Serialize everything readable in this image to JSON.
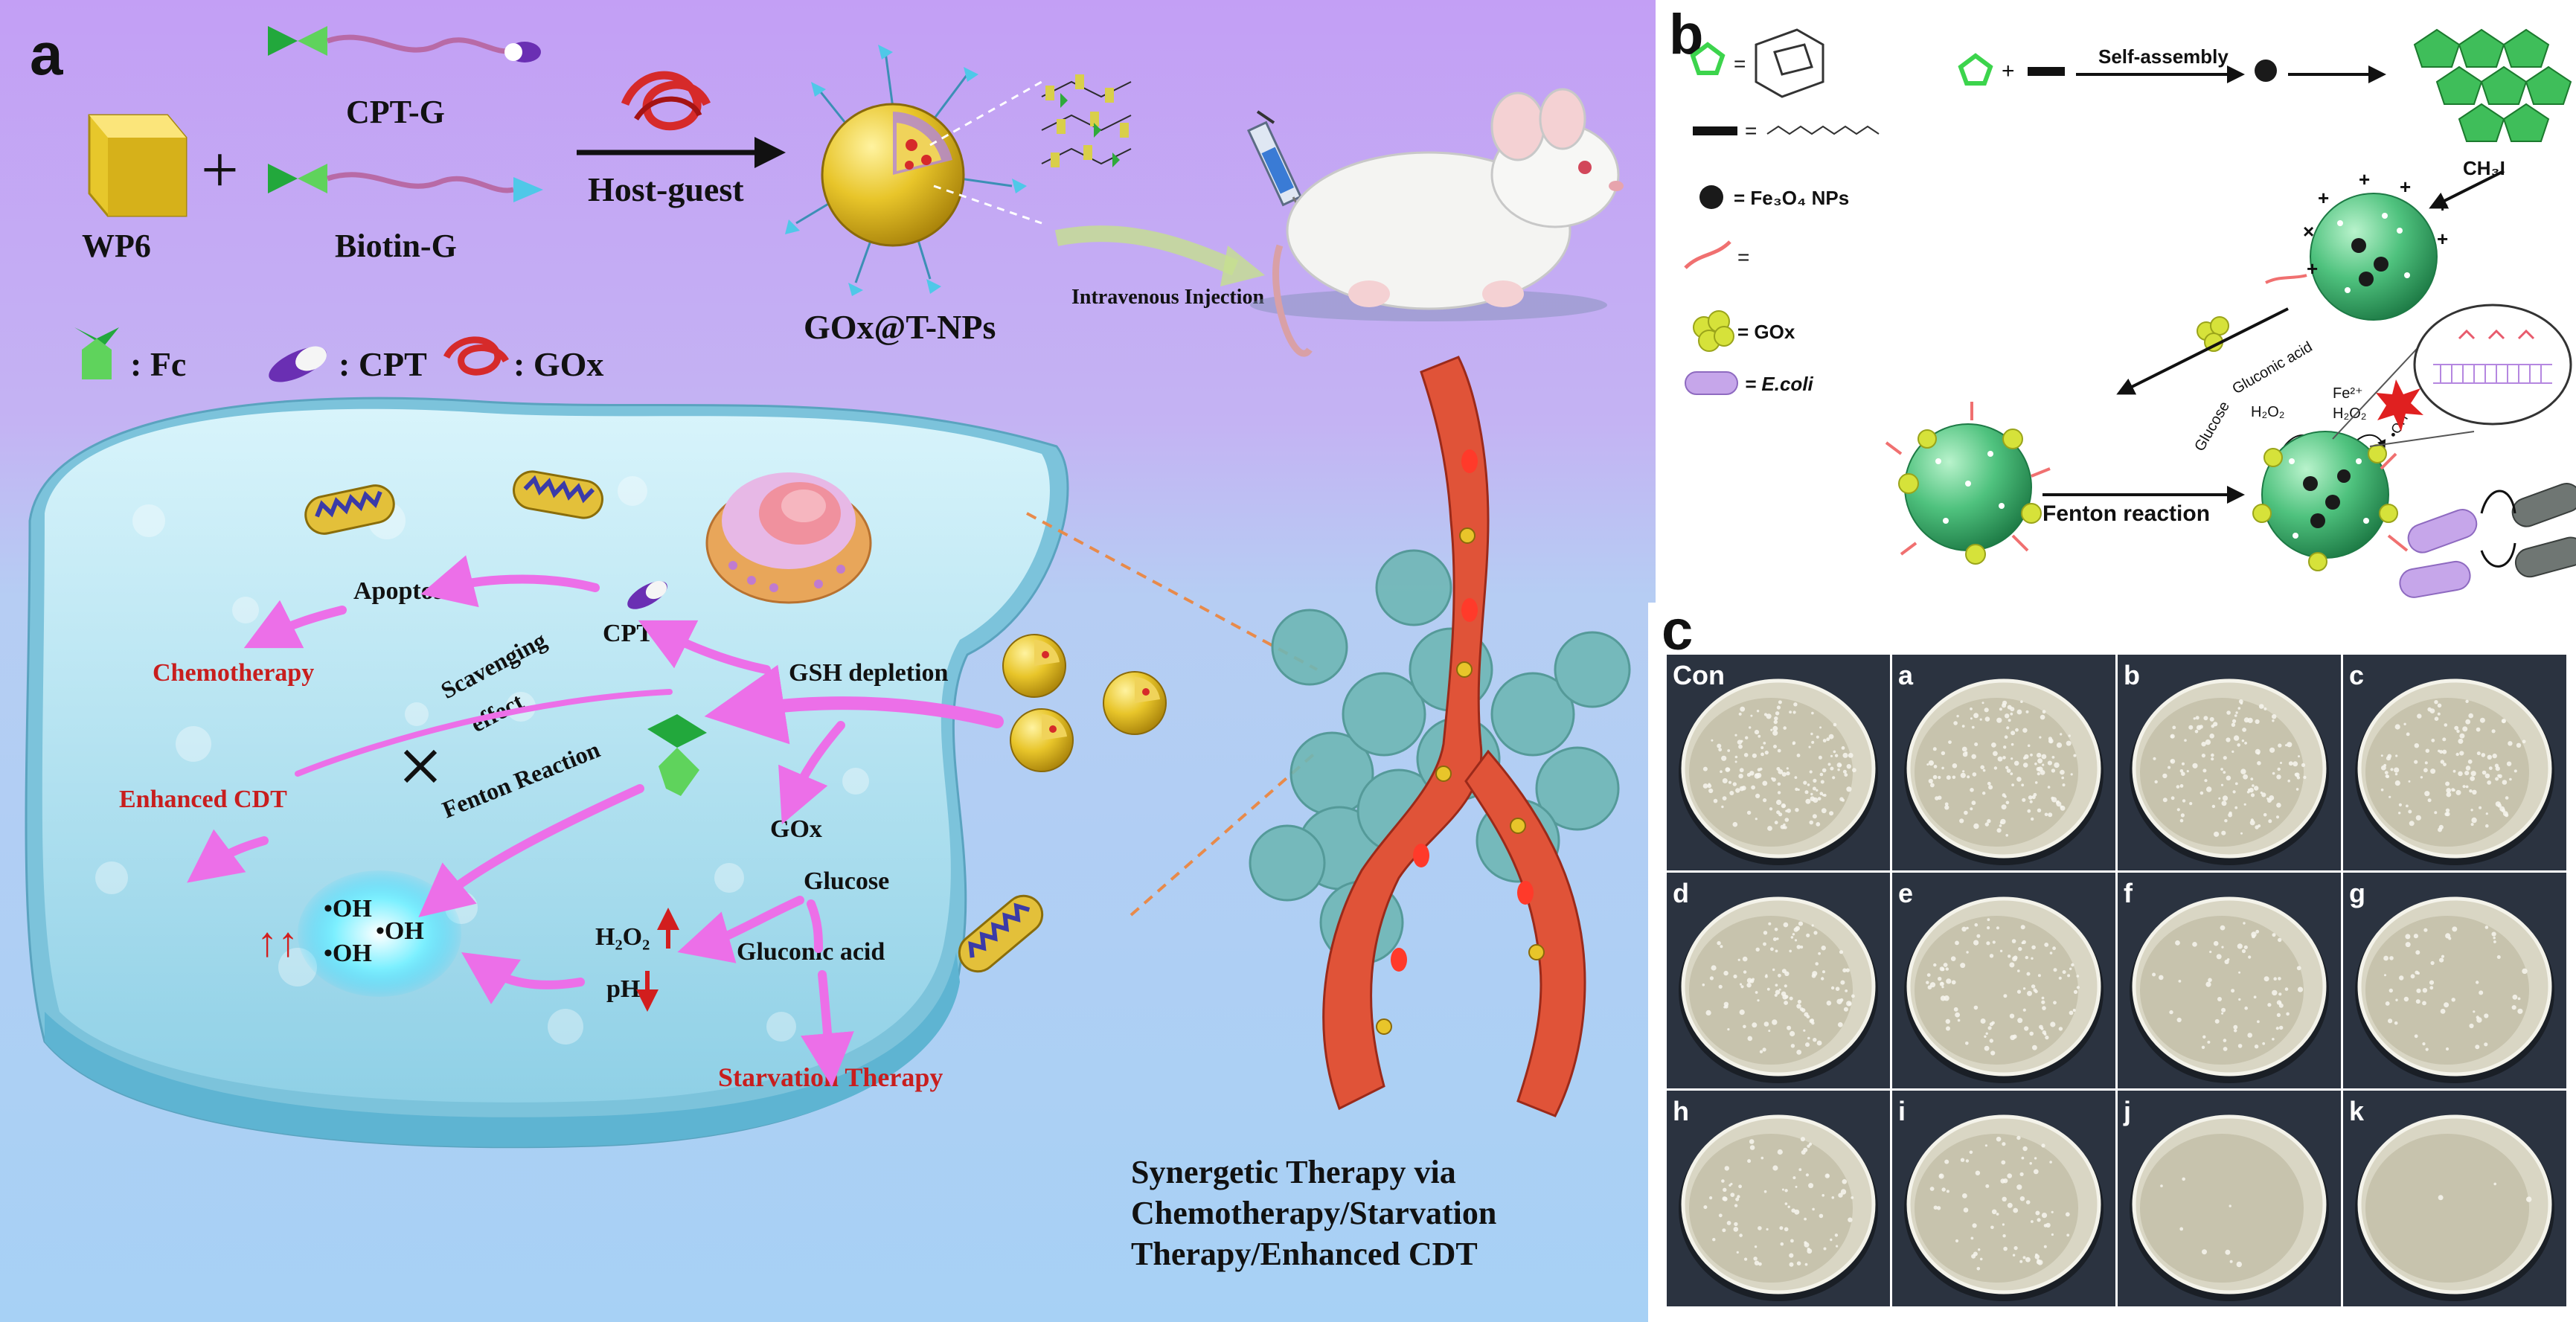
{
  "panel_a": {
    "label": "a",
    "wp6": "WP6",
    "plus": "+",
    "cpt_g": "CPT-G",
    "biotin_g": "Biotin-G",
    "host_guest": "Host-guest",
    "nanoparticle": "GOx@T-NPs",
    "injection": "Intravenous Injection",
    "legend": {
      "fc": ": Fc",
      "cpt": ": CPT",
      "gox": ": GOx"
    },
    "cell": {
      "apoptosis": "Apoptosis",
      "chemotherapy": "Chemotherapy",
      "cpt": "CPT",
      "gsh_depletion": "GSH depletion",
      "scavenging_1": "Scavenging",
      "scavenging_2": "effect",
      "enhanced_cdt": "Enhanced CDT",
      "fenton_reaction": "Fenton Reaction",
      "gox": "GOx",
      "glucose": "Glucose",
      "h2o2": "H₂O₂",
      "gluconic_acid": "Gluconic acid",
      "ph": "pH",
      "starvation": "Starvation Therapy",
      "oh1": "•OH",
      "oh2": "•OH",
      "oh3": "•OH",
      "up_arrows": "↑↑"
    },
    "synergy": [
      "Synergetic Therapy via",
      "Chemotherapy/Starvation",
      "Therapy/Enhanced CDT"
    ]
  },
  "panel_b": {
    "label": "b",
    "legend": {
      "fe3o4": "= Fe₃O₄ NPs",
      "gox": "= GOx",
      "ecoli": "= E.coli",
      "eq": "="
    },
    "self_assembly": "Self-assembly",
    "ch3i": "CH₃I",
    "fenton": "Fenton reaction",
    "glucose": "Glucose",
    "h2o2": "H₂O₂",
    "gluconic": "Gluconic acid",
    "fe2": "Fe²⁺",
    "h2o2b": "H₂O₂",
    "oh": "•OH"
  },
  "panel_c": {
    "label": "c",
    "plates": [
      "Con",
      "a",
      "b",
      "c",
      "d",
      "e",
      "f",
      "g",
      "h",
      "i",
      "j",
      "k"
    ],
    "colony_density": [
      1.0,
      0.9,
      0.8,
      0.75,
      0.7,
      0.65,
      0.4,
      0.35,
      0.5,
      0.45,
      0.05,
      0.02
    ]
  },
  "colors": {
    "purple_top": "#c29ef4",
    "blue_bottom": "#a9d2f4",
    "magenta_arrow": "#ec6fe8",
    "red_text": "#c81e1e",
    "gold": "#e6c230",
    "green_sphere": "#5ecf8d",
    "vessel": "#e05338",
    "plate_bg": "#2b3340"
  }
}
